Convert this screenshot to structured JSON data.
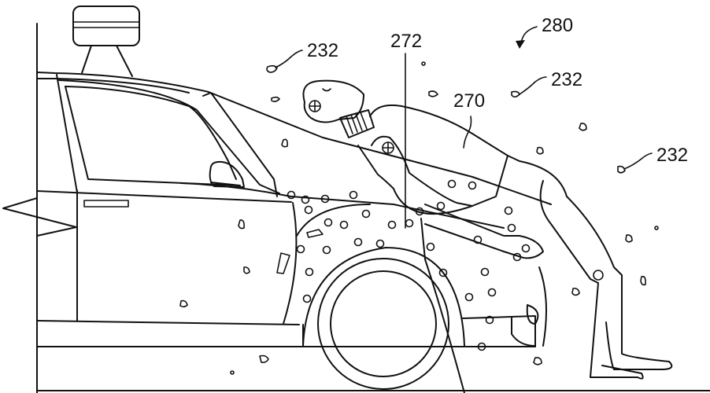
{
  "figure": {
    "reference_numerals": {
      "debris_a": "232",
      "debris_b": "232",
      "debris_c": "232",
      "hood_line": "272",
      "pedestrian": "270",
      "figure_ref": "280"
    },
    "colors": {
      "ink": "#111111",
      "paper": "#ffffff"
    }
  }
}
